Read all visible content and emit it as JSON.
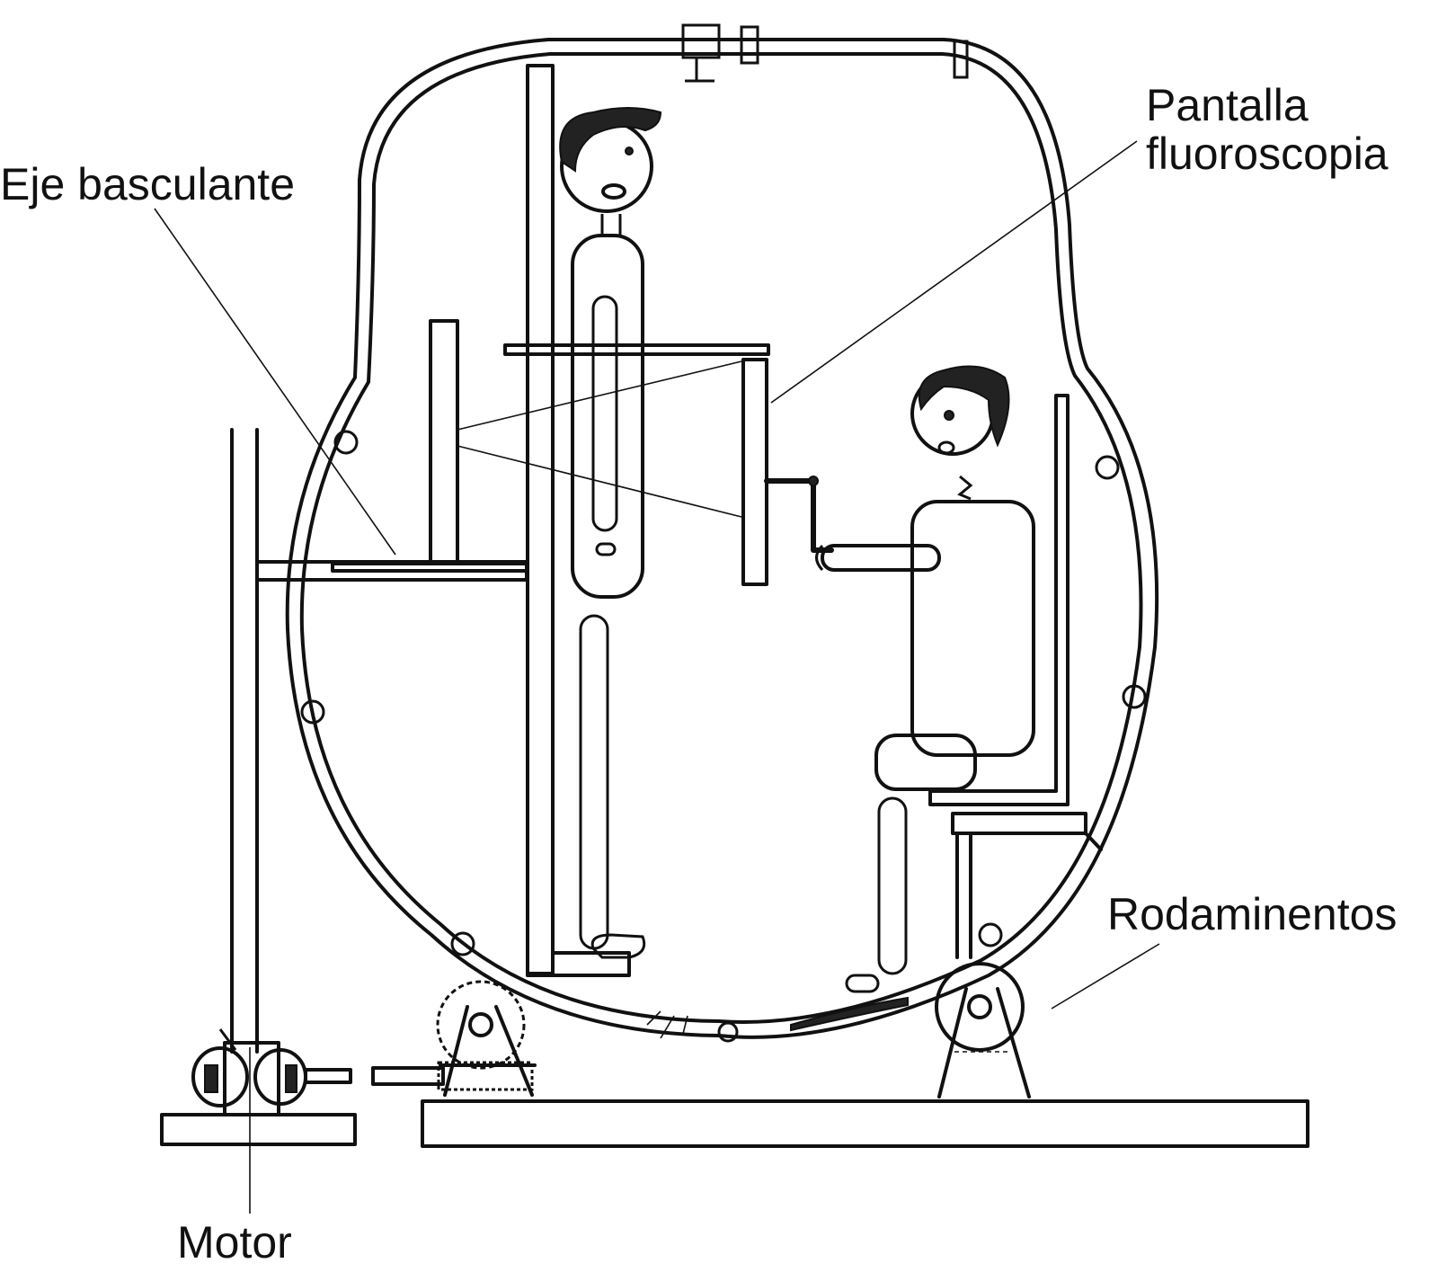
{
  "labels": {
    "tilt_axis": "Eje basculante",
    "fluoroscopy_screen_line1": "Pantalla",
    "fluoroscopy_screen_line2": "fluoroscopia",
    "bearings": "Rodaminentos",
    "motor": "Motor"
  },
  "colors": {
    "ink": "#111111",
    "background": "#ffffff"
  }
}
